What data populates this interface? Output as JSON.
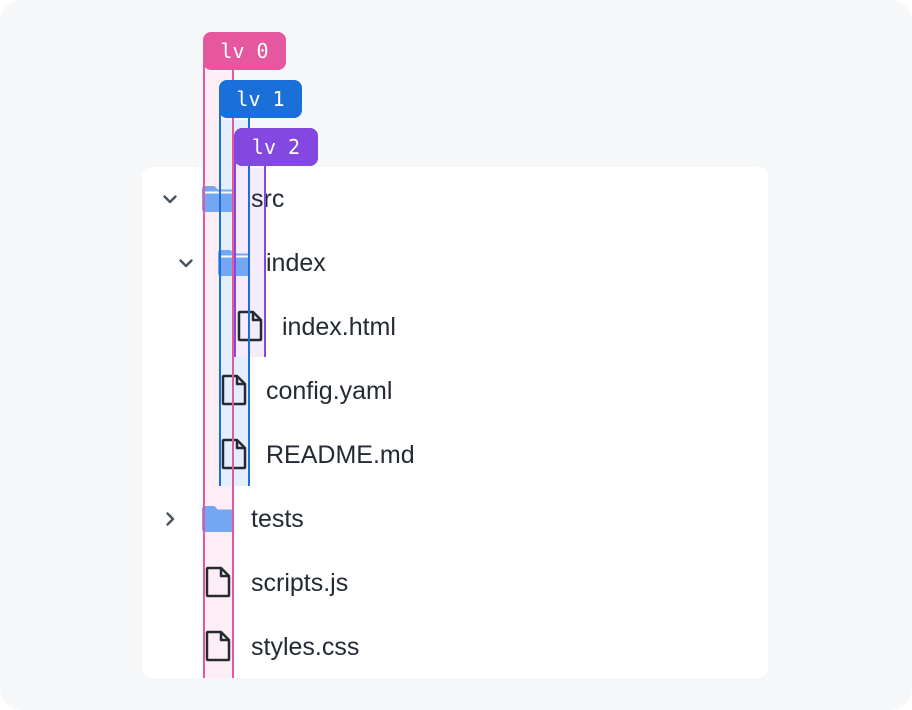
{
  "indent_guides": [
    {
      "badge": "lv 0",
      "color": "#e5579e",
      "fill": "#fdeef6"
    },
    {
      "badge": "lv 1",
      "color": "#1a6fd8",
      "fill": "#e4effc"
    },
    {
      "badge": "lv 2",
      "color": "#8348df",
      "fill": "#f4ecfd"
    }
  ],
  "tree": {
    "rows": [
      {
        "label": "src",
        "type": "folder",
        "depth": 0,
        "expanded": true
      },
      {
        "label": "index",
        "type": "folder",
        "depth": 1,
        "expanded": true
      },
      {
        "label": "index.html",
        "type": "file",
        "depth": 2
      },
      {
        "label": "config.yaml",
        "type": "file",
        "depth": 1
      },
      {
        "label": "README.md",
        "type": "file",
        "depth": 1
      },
      {
        "label": "tests",
        "type": "folder",
        "depth": 0,
        "expanded": false
      },
      {
        "label": "scripts.js",
        "type": "file",
        "depth": 0
      },
      {
        "label": "styles.css",
        "type": "file",
        "depth": 0
      }
    ]
  },
  "colors": {
    "folder": "#73a6f3",
    "file_outline": "#242a33",
    "chevron": "#4a5260",
    "text": "#242a33",
    "background": "#f6f7f9",
    "panel": "#ffffff"
  },
  "icons": {
    "folder": "folder-icon",
    "file": "file-icon",
    "chevron_expanded": "chevron-down-icon",
    "chevron_collapsed": "chevron-right-icon"
  }
}
